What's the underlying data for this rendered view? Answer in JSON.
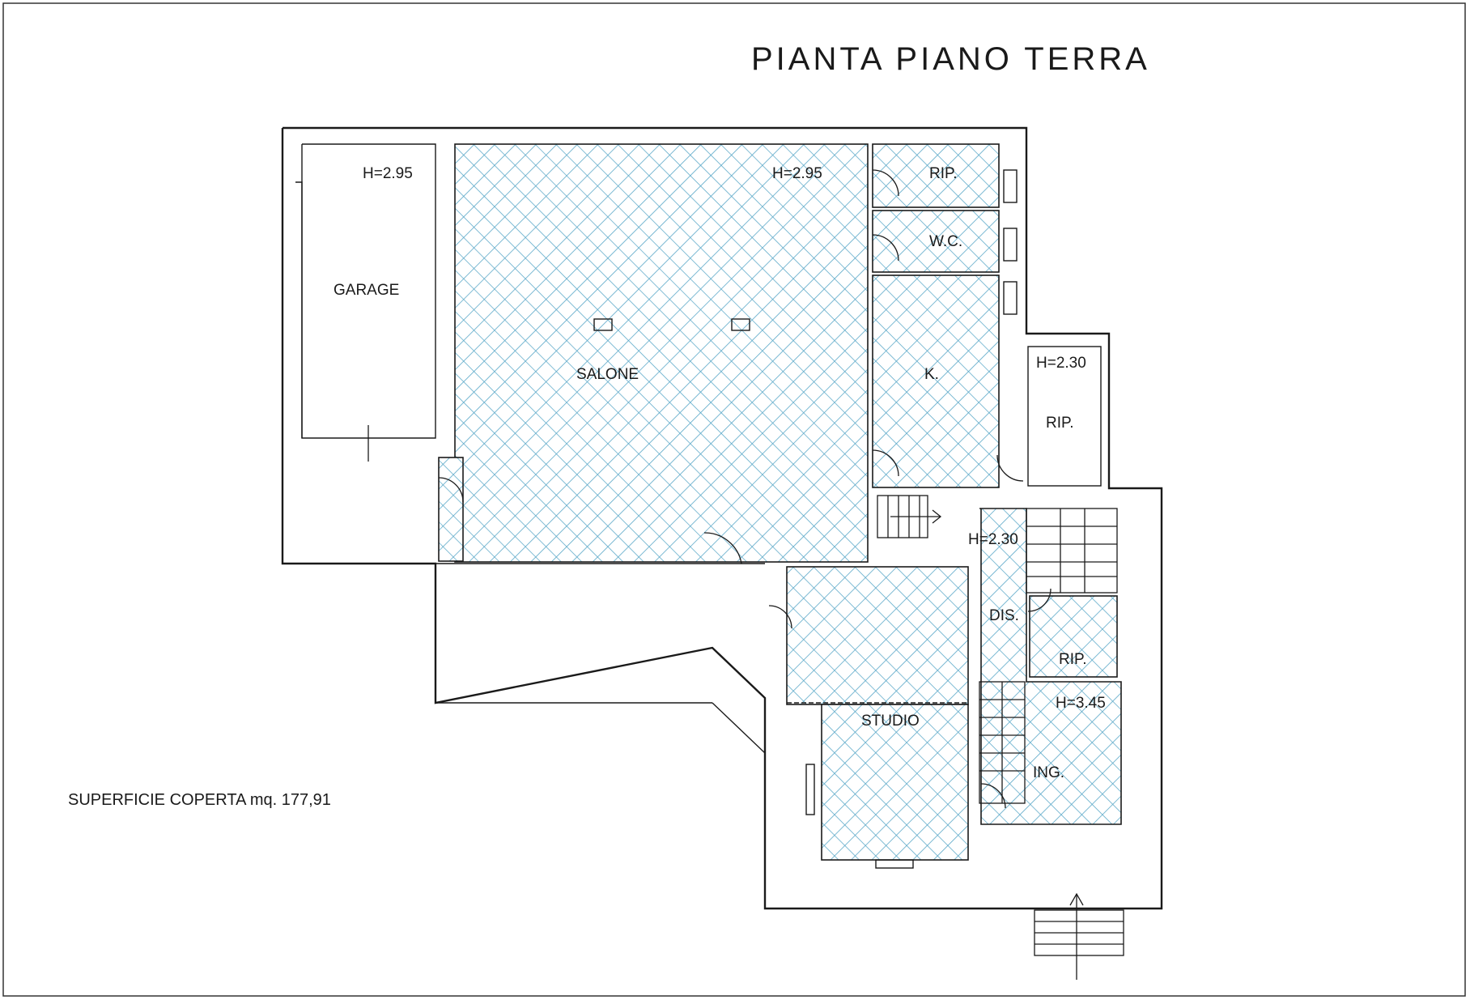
{
  "title": "PIANTA PIANO TERRA",
  "note": "SUPERFICIE COPERTA mq. 177,91",
  "hatch_color": "#5aa8c8",
  "rooms": {
    "garage": "GARAGE",
    "salone": "SALONE",
    "rip_top": "RIP.",
    "wc": "W.C.",
    "kitchen": "K.",
    "rip_side": "RIP.",
    "studio": "STUDIO",
    "dis": "DIS.",
    "rip_small": "RIP.",
    "ing": "ING."
  },
  "heights": {
    "garage": "H=2.95",
    "salone": "H=2.95",
    "rip_side": "H=2.30",
    "dis": "H=2.30",
    "ing": "H=3.45"
  }
}
